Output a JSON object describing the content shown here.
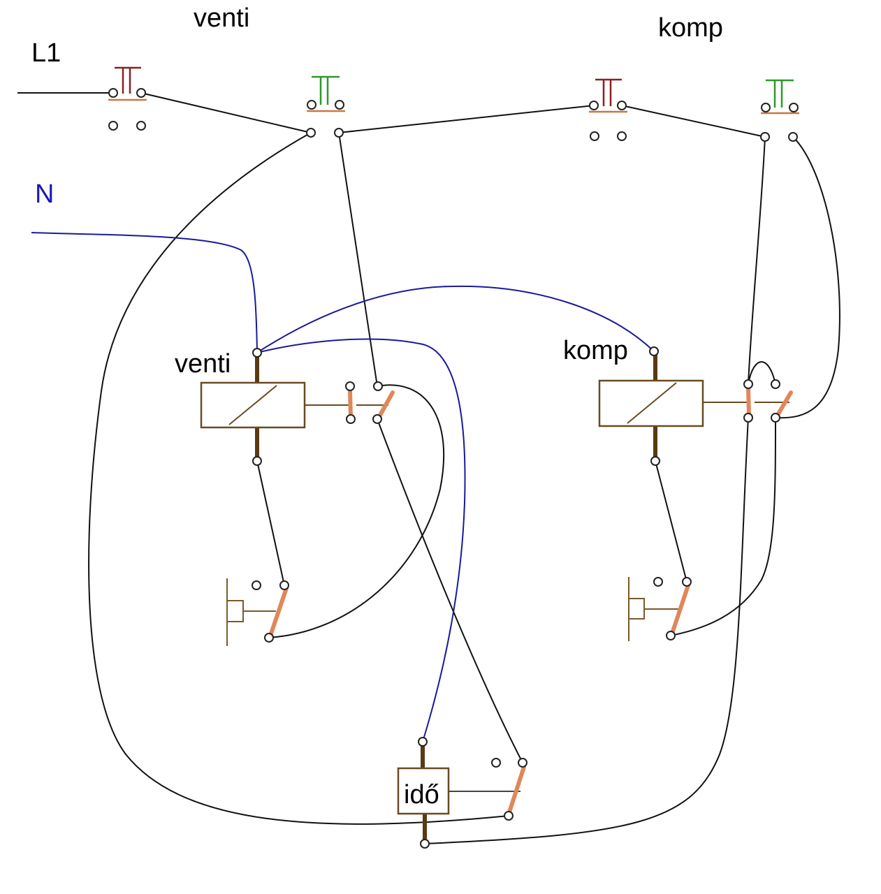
{
  "labels": {
    "l1": "L1",
    "n": "N",
    "venti_top": "venti",
    "komp_top": "komp",
    "venti_coil": "venti",
    "komp_coil": "komp",
    "timer": "idő"
  },
  "colors": {
    "wire": "#111111",
    "neutral_wire": "#1a1a9a",
    "neutral_label": "#1a1ab0",
    "stop_button": "#8a2020",
    "start_button": "#2a9a2a",
    "button_contacts": "#c87840",
    "contact_blade": "#e0875a",
    "coil_lead": "#5a3a12",
    "box_border": "#6a4a22"
  },
  "icons": {
    "stop_button": "pushbutton-red",
    "start_button": "pushbutton-green",
    "coil": "relay-coil",
    "contact": "switch-contact",
    "manual_switch": "manual-switch"
  }
}
